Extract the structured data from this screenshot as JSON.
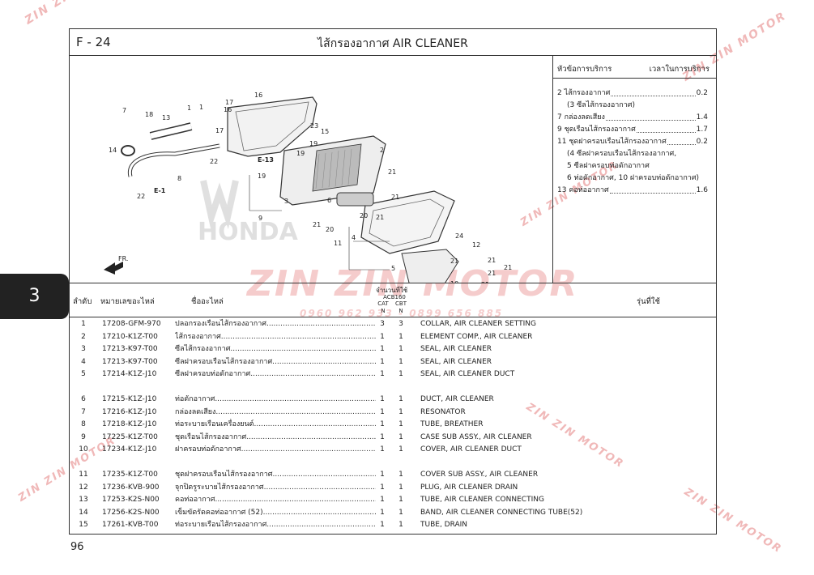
{
  "header": {
    "code": "F - 24",
    "title": "ไส้กรองอากาศ  AIR CLEANER"
  },
  "watermark": {
    "text": "ZIN ZIN MOTOR",
    "phone": "0960 962 933 - 0899 656 885"
  },
  "diagram": {
    "brand": "HONDA",
    "fr_label": "FR.",
    "callouts": [
      "1",
      "1",
      "2",
      "3",
      "4",
      "5",
      "6",
      "7",
      "8",
      "9",
      "10",
      "11",
      "12",
      "13",
      "14",
      "15",
      "16",
      "16",
      "17",
      "17",
      "18",
      "19",
      "19",
      "19",
      "20",
      "20",
      "21",
      "21",
      "21",
      "21",
      "21",
      "21",
      "21",
      "21",
      "21",
      "21",
      "22",
      "22",
      "23",
      "24",
      "E-1",
      "E-13"
    ]
  },
  "service": {
    "col_item": "หัวข้อการบริการ",
    "col_time": "เวลาในการบริการ",
    "items": [
      {
        "text": "2 ไส้กรองอากาศ",
        "value": "0.2"
      },
      {
        "text": "(3 ซีลไส้กรองอากาศ)",
        "value": ""
      },
      {
        "text": "7 กล่องลดเสียง",
        "value": "1.4"
      },
      {
        "text": "9 ชุดเรือนไส้กรองอากาศ",
        "value": "1.7"
      },
      {
        "text": "11 ชุดฝาครอบเรือนไส้กรองอากาศ",
        "value": "0.2"
      },
      {
        "text": "(4 ซีลฝาครอบเรือนไส้กรองอากาศ,",
        "value": ""
      },
      {
        "text": "5 ซีลฝาครอบท่อดักอากาศ",
        "value": ""
      },
      {
        "text": "6 ท่อดักอากาศ, 10 ฝาครอบท่อดักอากาศ)",
        "value": ""
      },
      {
        "text": "13 คอท่ออากาศ",
        "value": "1.6"
      }
    ]
  },
  "table": {
    "headers": {
      "no": "ลำดับ",
      "part_no": "หมายเลขอะไหล่",
      "name": "ชื่ออะไหล่",
      "qty": "จำนวนที่ใช้",
      "model": "ACB160",
      "cat": "CAT",
      "cbt": "CBT",
      "n1": "N",
      "n2": "N",
      "fit": "รุ่นที่ใช้"
    },
    "rows": [
      {
        "no": "1",
        "pn": "17208-GFM-970",
        "th": "ปลอกรองเรือนไส้กรองอากาศ",
        "q1": "3",
        "q2": "3",
        "en": "COLLAR, AIR CLEANER SETTING"
      },
      {
        "no": "2",
        "pn": "17210-K1Z-T00",
        "th": "ไส้กรองอากาศ",
        "q1": "1",
        "q2": "1",
        "en": "ELEMENT COMP., AIR CLEANER"
      },
      {
        "no": "3",
        "pn": "17213-K97-T00",
        "th": "ซีลไส้กรองอากาศ",
        "q1": "1",
        "q2": "1",
        "en": "SEAL, AIR CLEANER"
      },
      {
        "no": "4",
        "pn": "17213-K97-T00",
        "th": "ซีลฝาครอบเรือนไส้กรองอากาศ",
        "q1": "1",
        "q2": "1",
        "en": "SEAL, AIR CLEANER"
      },
      {
        "no": "5",
        "pn": "17214-K1Z-J10",
        "th": "ซีลฝาครอบท่อดักอากาศ",
        "q1": "1",
        "q2": "1",
        "en": "SEAL, AIR CLEANER DUCT"
      },
      {
        "no": "6",
        "pn": "17215-K1Z-J10",
        "th": "ท่อดักอากาศ",
        "q1": "1",
        "q2": "1",
        "en": "DUCT, AIR CLEANER"
      },
      {
        "no": "7",
        "pn": "17216-K1Z-J10",
        "th": "กล่องลดเสียง",
        "q1": "1",
        "q2": "1",
        "en": "RESONATOR"
      },
      {
        "no": "8",
        "pn": "17218-K1Z-J10",
        "th": "ท่อระบายเรือนเครื่องยนต์",
        "q1": "1",
        "q2": "1",
        "en": "TUBE, BREATHER"
      },
      {
        "no": "9",
        "pn": "17225-K1Z-T00",
        "th": "ชุดเรือนไส้กรองอากาศ",
        "q1": "1",
        "q2": "1",
        "en": "CASE SUB ASSY., AIR CLEANER"
      },
      {
        "no": "10",
        "pn": "17234-K1Z-J10",
        "th": "ฝาครอบท่อดักอากาศ",
        "q1": "1",
        "q2": "1",
        "en": "COVER, AIR CLEANER DUCT"
      },
      {
        "no": "11",
        "pn": "17235-K1Z-T00",
        "th": "ชุดฝาครอบเรือนไส้กรองอากาศ",
        "q1": "1",
        "q2": "1",
        "en": "COVER SUB ASSY., AIR CLEANER"
      },
      {
        "no": "12",
        "pn": "17236-KVB-900",
        "th": "จุกปิดรูระบายไส้กรองอากาศ",
        "q1": "1",
        "q2": "1",
        "en": "PLUG, AIR CLEANER DRAIN"
      },
      {
        "no": "13",
        "pn": "17253-K2S-N00",
        "th": "คอท่ออากาศ",
        "q1": "1",
        "q2": "1",
        "en": "TUBE, AIR CLEANER CONNECTING"
      },
      {
        "no": "14",
        "pn": "17256-K2S-N00",
        "th": "เข็มขัดรัดคอท่ออากาศ (52)",
        "q1": "1",
        "q2": "1",
        "en": "BAND, AIR CLEANER CONNECTING TUBE(52)"
      },
      {
        "no": "15",
        "pn": "17261-KVB-T00",
        "th": "ท่อระบายเรือนไส้กรองอากาศ",
        "q1": "1",
        "q2": "1",
        "en": "TUBE, DRAIN"
      }
    ]
  },
  "tab": {
    "label": "3"
  },
  "page": {
    "number": "96"
  }
}
